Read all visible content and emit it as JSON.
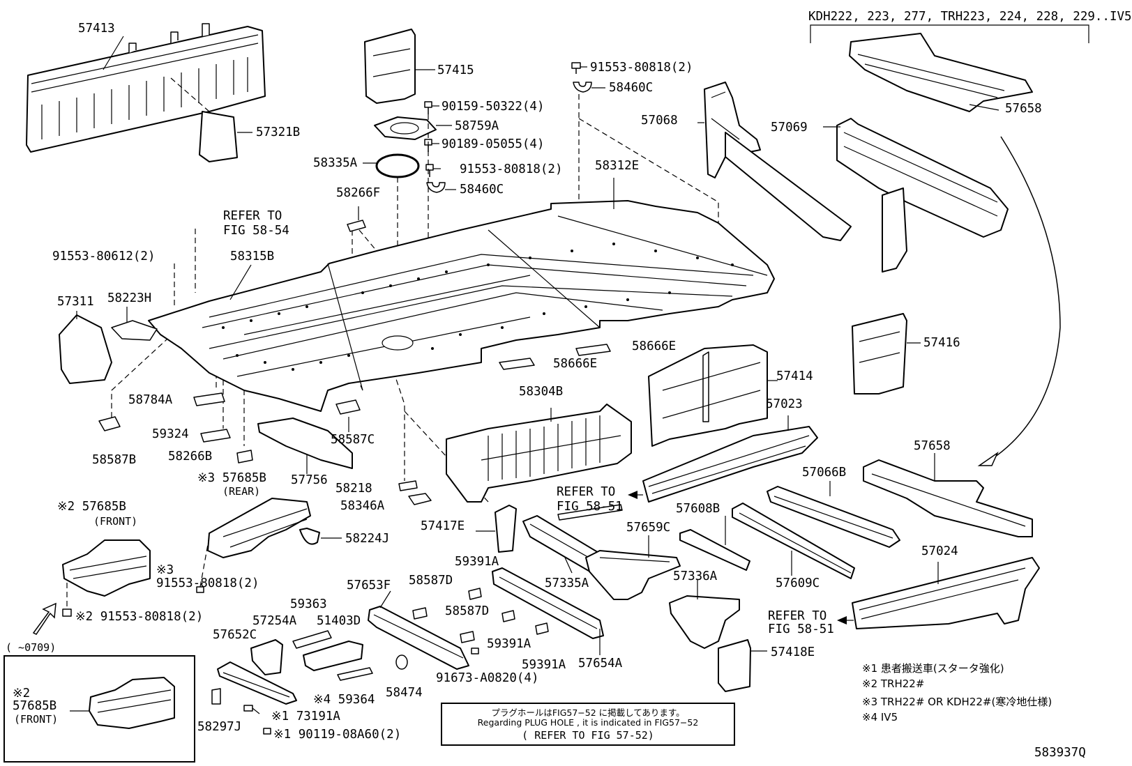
{
  "header_note": "KDH222, 223, 277, TRH223, 224, 228, 229..IV5",
  "diagram_id": "583937Q",
  "inset_label": "(      ~0709)",
  "callouts": {
    "57413": "57413",
    "57415": "57415",
    "57321B": "57321B",
    "90159-50322": "90159-50322(4)",
    "58759A": "58759A",
    "90189-05055": "90189-05055(4)",
    "58335A": "58335A",
    "91553-80818_a": "91553-80818(2)",
    "58460C_a": "58460C",
    "91553-80818_b": "91553-80818(2)",
    "58460C_b": "58460C",
    "58312E": "58312E",
    "58266F": "58266F",
    "refer_5854_a": "REFER TO",
    "refer_5854_b": "FIG 58-54",
    "91553-80612": "91553-80612(2)",
    "58315B": "58315B",
    "57311": "57311",
    "58223H": "58223H",
    "57068": "57068",
    "57069": "57069",
    "57658_top": "57658",
    "57416": "57416",
    "58666E_a": "58666E",
    "58666E_b": "58666E",
    "57414": "57414",
    "58304B": "58304B",
    "57023": "57023",
    "58784A": "58784A",
    "59324": "59324",
    "58587B": "58587B",
    "58266B": "58266B",
    "58587C": "58587C",
    "57756": "57756",
    "57685B_rear": "※3 57685B",
    "rear_tag": "(REAR)",
    "58218": "58218",
    "58346A": "58346A",
    "refer_5851a_a": "REFER TO",
    "refer_5851a_b": "FIG 58-51",
    "57658_mid": "57658",
    "57066B": "57066B",
    "57608B": "57608B",
    "57685B_front": "※2 57685B",
    "front_tag": "(FRONT)",
    "57417E": "57417E",
    "57659C": "57659C",
    "58224J": "58224J",
    "mark3": "※3",
    "91553-80818_c": "91553-80818(2)",
    "59391A_a": "59391A",
    "58587D_a": "58587D",
    "57653F": "57653F",
    "59363": "59363",
    "57335A": "57335A",
    "57336A": "57336A",
    "57609C": "57609C",
    "57024": "57024",
    "91553-80818_d": "※2 91553-80818(2)",
    "57254A": "57254A",
    "51403D": "51403D",
    "58587D_b": "58587D",
    "59391A_b": "59391A",
    "refer_5851b_a": "REFER TO",
    "refer_5851b_b": "FIG 58-51",
    "57652C": "57652C",
    "59391A_c": "59391A",
    "57654A": "57654A",
    "57418E": "57418E",
    "inset_57685B_mark": "※2",
    "inset_57685B": "57685B",
    "inset_front": "(FRONT)",
    "58474": "58474",
    "91673-A0820": "91673-A0820(4)",
    "59364": "※4 59364",
    "58297J": "58297J",
    "73191A": "※1 73191A",
    "90119-08A60": "※1 90119-08A60(2)"
  },
  "plug_note": {
    "line1": "プラグホールはFIG57−52 に掲載してあります。",
    "line2": "Regarding PLUG HOLE , it is indicated in FIG57−52",
    "line3": "( REFER TO FIG 57-52)"
  },
  "legend": [
    "※1 患者搬送車(スタータ強化)",
    "※2 TRH22#",
    "※3 TRH22# OR KDH22#(寒冷地仕様)",
    "※4 IV5"
  ]
}
